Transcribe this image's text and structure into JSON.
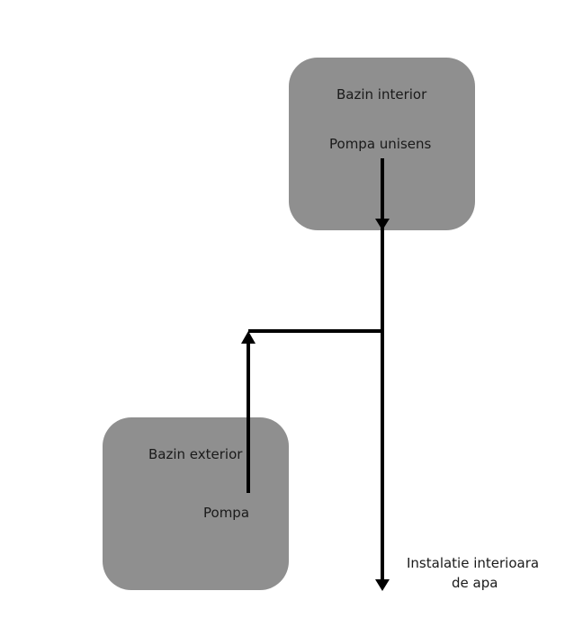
{
  "diagram": {
    "colors": {
      "box": "#8f8f8f",
      "line": "#000000",
      "background": "#ffffff"
    },
    "nodes": [
      {
        "id": "bazin-interior",
        "title": "Bazin interior",
        "subtitle": "Pompa unisens"
      },
      {
        "id": "bazin-exterior",
        "title": "Bazin exterior",
        "subtitle": "Pompa"
      }
    ],
    "terminal": {
      "line1": "Instalatie interioara",
      "line2": "de apa"
    },
    "edges": [
      {
        "from": "Pompa unisens",
        "to": "Instalatie interioara de apa",
        "arrow": "down"
      },
      {
        "from": "Pompa",
        "to": "junction",
        "arrow": "up"
      }
    ]
  }
}
